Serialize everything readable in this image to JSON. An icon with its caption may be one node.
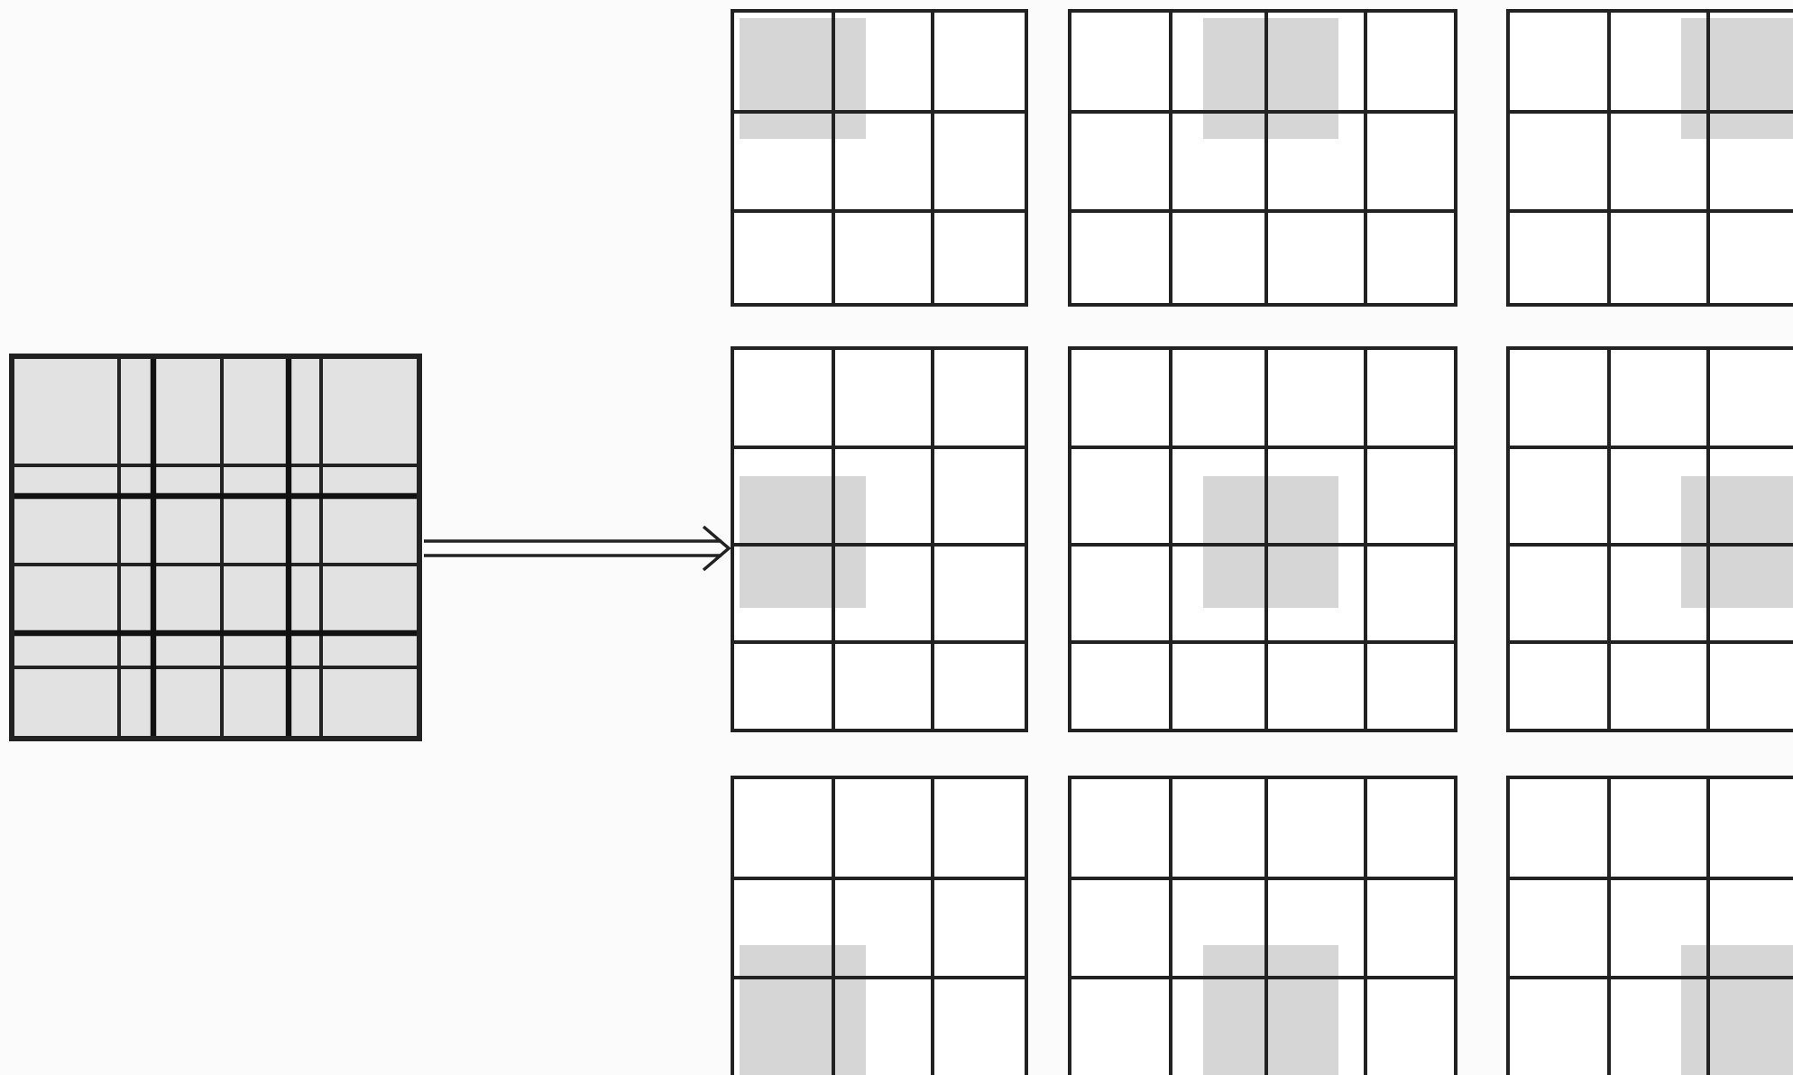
{
  "diagram": {
    "nodes": [
      {
        "text": [],
        "shape": "grid"
      },
      {
        "text": [],
        "shape": "grid"
      },
      {
        "text": [],
        "shape": "grid"
      },
      {
        "text": [],
        "shape": "grid"
      },
      {
        "text": [],
        "shape": "grid"
      },
      {
        "text": [],
        "shape": "grid"
      },
      {
        "text": [],
        "shape": "grid"
      },
      {
        "text": [],
        "shape": "grid"
      },
      {
        "text": [],
        "shape": "grid"
      },
      {
        "text": [],
        "shape": "grid"
      }
    ],
    "edges": [
      {
        "from": 0,
        "to": 4,
        "arrow": "to"
      }
    ]
  }
}
